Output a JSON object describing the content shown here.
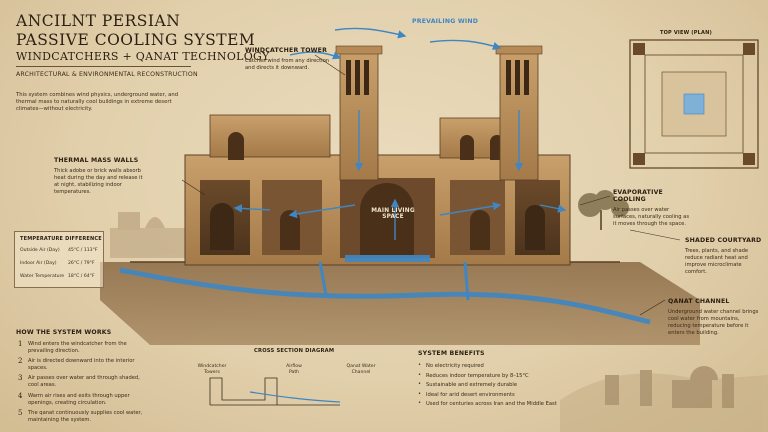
{
  "header": {
    "title_line1": "ANCILNT PERSIAN",
    "title_line2": "PASSIVE COOLING SYSTEM",
    "subtitle": "WINDCATCHERS + QANAT TECHNOLOGY",
    "tag": "ARCHITECTURAL & ENVIRONMENTAL RECONSTRUCTION",
    "intro": "This system combines wind physics, underground water, and thermal mass to naturally cool buildings in extreme desert climates—without electricity."
  },
  "callouts": {
    "prevailing_wind": "PREVAILING WIND",
    "windcatcher_title": "WINDCATCHER TOWER",
    "windcatcher_text": "Catches wind from any direction and directs it downward.",
    "thermal_title": "THERMAL MASS WALLS",
    "thermal_text": "Thick adobe or brick walls absorb heat during the day and release it at night, stabilizing indoor temperatures.",
    "main_space": "MAIN LIVING SPACE",
    "evap_title": "EVAPORATIVE COOLING",
    "evap_text": "Air passes over water surfaces, naturally cooling as it moves through the space.",
    "courtyard_title": "SHADED COURTYARD",
    "courtyard_text": "Trees, plants, and shade reduce radiant heat and improve microclimate comfort.",
    "qanat_title": "QANAT CHANNEL",
    "qanat_text": "Underground water channel brings cool water from mountains, reducing temperature before it enters the building.",
    "top_view": "TOP VIEW (PLAN)"
  },
  "temperature": {
    "title": "TEMPERATURE DIFFERENCE",
    "rows": [
      {
        "label": "Outside Air (Day)",
        "value": "45°C / 113°F"
      },
      {
        "label": "Indoor Air (Day)",
        "value": "26°C / 79°F"
      },
      {
        "label": "Water Temperature",
        "value": "18°C / 64°F"
      }
    ]
  },
  "how_it_works": {
    "title": "HOW THE SYSTEM WORKS",
    "steps": [
      "Wind enters the windcatcher from the prevailing direction.",
      "Air is directed downward into the interior spaces.",
      "Air passes over water and through shaded, cool areas.",
      "Warm air rises and exits through upper openings, creating circulation.",
      "The qanat continuously supplies cool water, maintaining the system."
    ]
  },
  "cross_section": {
    "title": "CROSS SECTION DIAGRAM",
    "windcatcher": "Windcatcher Towers",
    "airflow": "Airflow Path",
    "qanat": "Qanat Water Channel"
  },
  "benefits": {
    "title": "SYSTEM BENEFITS",
    "items": [
      "No electricity required",
      "Reduces indoor temperature by 8–15°C",
      "Sustainable and extremely durable",
      "Ideal for arid desert environments",
      "Used for centuries across Iran and the Middle East"
    ]
  },
  "colors": {
    "paper": "#e2d0ac",
    "ink": "#3a2a1a",
    "water": "#3f86c2",
    "stone": "#b88d5a"
  }
}
